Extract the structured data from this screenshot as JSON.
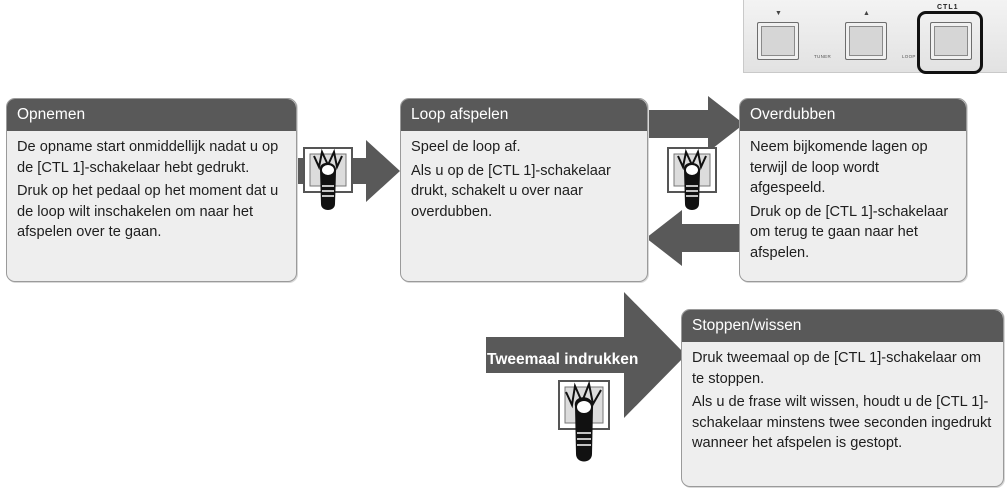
{
  "device": {
    "ctl_label": "CTL1",
    "tuner_label": "TUNER",
    "loop_label": "LOOP",
    "down_arrow": "▼",
    "up_arrow": "▲"
  },
  "boxes": {
    "opnemen": {
      "title": "Opnemen",
      "paragraphs": [
        "De opname start onmiddellijk nadat u op de [CTL 1]-schakelaar hebt gedrukt.",
        "Druk op het pedaal op het moment dat u de loop wilt inschakelen om naar het afspelen over te gaan."
      ]
    },
    "loop_afspelen": {
      "title": "Loop afspelen",
      "paragraphs": [
        "Speel de loop af.",
        "Als u op de [CTL 1]-schakelaar drukt, schakelt u over naar overdubben."
      ]
    },
    "overdubben": {
      "title": "Overdubben",
      "paragraphs": [
        "Neem bijkomende lagen op terwijl de loop wordt afgespeeld.",
        "Druk op de [CTL 1]-schakelaar om terug te gaan naar het afspelen."
      ]
    },
    "stoppen": {
      "title": "Stoppen/wissen",
      "paragraphs": [
        "Druk tweemaal op de [CTL 1]-schakelaar om te stoppen.",
        "Als u de frase wilt wissen, houdt u de [CTL 1]-schakelaar minstens twee seconden ingedrukt wanneer het afspelen is gestopt."
      ]
    }
  },
  "tweemaal_label": "Tweemaal indrukken",
  "icons": [
    "pedal-press-icon",
    "arrow-right-icon",
    "arrow-left-icon"
  ],
  "colors": {
    "header": "#595959",
    "box_bg": "#eeeeee",
    "arrow": "#595959"
  }
}
